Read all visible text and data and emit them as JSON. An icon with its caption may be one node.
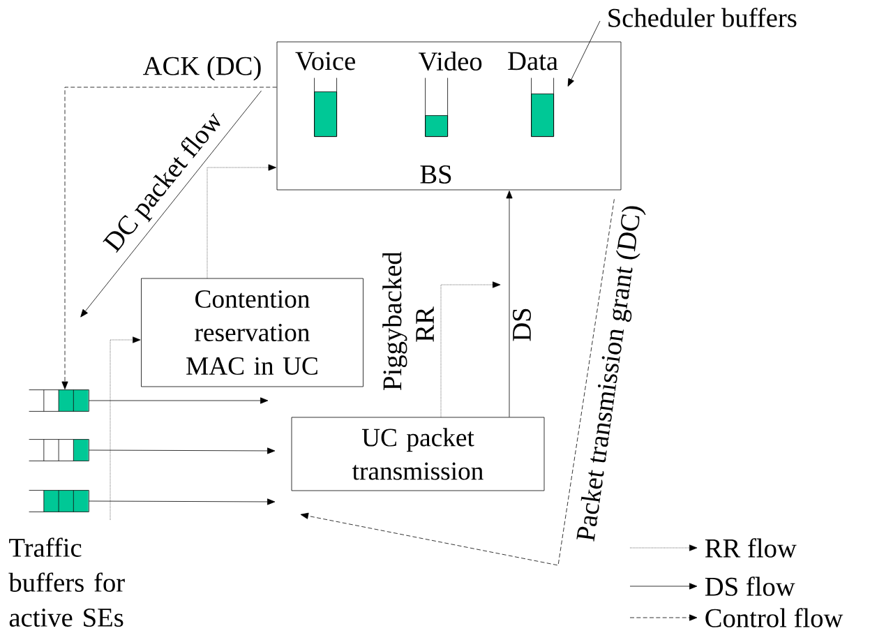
{
  "diagram": {
    "nodes": [
      {
        "text": [
          "BS"
        ]
      },
      {
        "text": [
          "Voice"
        ],
        "in": 0
      },
      {
        "text": [
          "Video"
        ],
        "in": 0
      },
      {
        "text": [
          "Data"
        ],
        "in": 0
      },
      {
        "text": [
          "Scheduler buffers"
        ]
      },
      {
        "text": [
          "Contention reservation MAC in UC"
        ]
      },
      {
        "text": [
          "UC packet transmission"
        ]
      },
      {
        "text": [],
        "shape": "box"
      },
      {
        "text": [],
        "shape": "box"
      },
      {
        "text": [],
        "shape": "box"
      }
    ],
    "edges": [
      {
        "from": 0,
        "to": 7,
        "arrow": "to",
        "label": "ACK (DC)",
        "style": "dashed"
      },
      {
        "from": 0,
        "to": null,
        "arrow": "to",
        "label": "DC packet flow"
      },
      {
        "from": 5,
        "to": 0,
        "arrow": "to",
        "style": "dashed"
      },
      {
        "from": null,
        "to": 5,
        "arrow": "to",
        "style": "dashed"
      },
      {
        "from": 6,
        "to": null,
        "arrow": "to",
        "label": "Piggybacked RR",
        "style": "dashed"
      },
      {
        "from": 6,
        "to": 0,
        "arrow": "to",
        "label": "DS"
      },
      {
        "from": 0,
        "to": null,
        "arrow": "to",
        "label": "Packet transmission grant (DC)",
        "style": "dashed"
      },
      {
        "from": 7,
        "to": null,
        "arrow": "to"
      },
      {
        "from": 8,
        "to": null,
        "arrow": "to"
      },
      {
        "from": 9,
        "to": null,
        "arrow": "to"
      },
      {
        "from": 4,
        "to": 3,
        "arrow": "to"
      }
    ],
    "labels": [
      "Traffic buffers for active SEs"
    ],
    "legend": [
      {
        "text": "RR flow"
      },
      {
        "text": "DS flow"
      },
      {
        "text": "Control flow"
      }
    ]
  }
}
